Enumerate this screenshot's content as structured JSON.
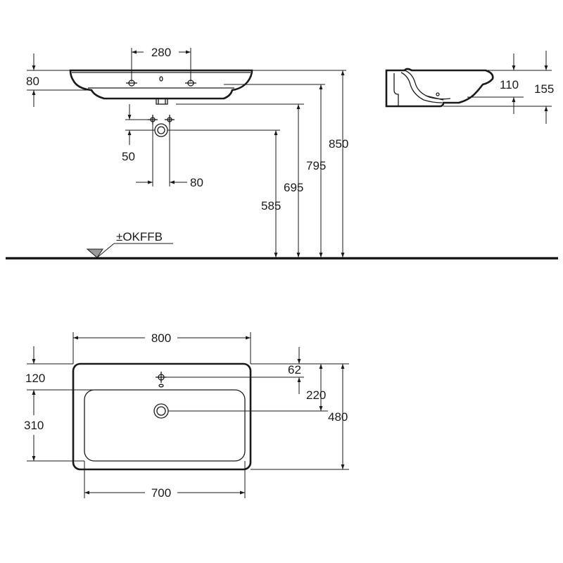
{
  "side_view": {
    "dim_tap_spacing": "280",
    "dim_basin_height": "80",
    "dim_waste_offset_vertical": "50",
    "dim_waste_offset_horizontal": "80",
    "dim_waste_height": "585",
    "dim_underside_height": "695",
    "dim_bowl_height": "795",
    "dim_rim_height": "850",
    "floor_label": "±OKFFB"
  },
  "section_view": {
    "dim_depth_110": "110",
    "dim_depth_155": "155"
  },
  "plan_view": {
    "dim_overall_width": "800",
    "dim_bowl_width": "700",
    "dim_tap_hole_from_back": "120",
    "dim_bowl_length": "310",
    "dim_tap_hole_offset": "62",
    "dim_waste_from_back": "220",
    "dim_overall_depth": "480"
  }
}
